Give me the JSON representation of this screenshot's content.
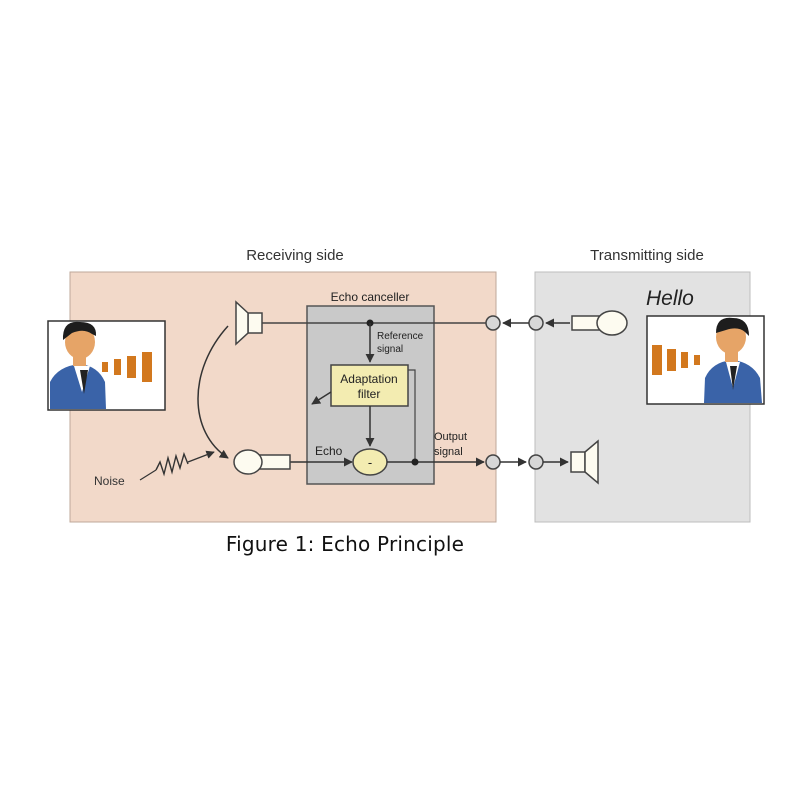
{
  "labels": {
    "receiving_side": "Receiving side",
    "transmitting_side": "Transmitting side",
    "echo_canceller": "Echo canceller",
    "hello": "Hello",
    "reference_line1": "Reference",
    "reference_line2": "signal",
    "adaptation_line1": "Adaptation",
    "adaptation_line2": "filter",
    "echo": "Echo",
    "output_line1": "Output",
    "output_line2": "signal",
    "noise": "Noise",
    "subtract_symbol": "-"
  },
  "caption": "Figure 1: Echo Principle",
  "colors": {
    "receiving_bg": "#f2d9c9",
    "transmitting_bg": "#e2e2e2",
    "canceller_bg": "#c9c9c9",
    "filter_bg": "#f3ecb1",
    "wave": "#d2781e",
    "shirt": "#3a63a8",
    "line": "#444444"
  }
}
